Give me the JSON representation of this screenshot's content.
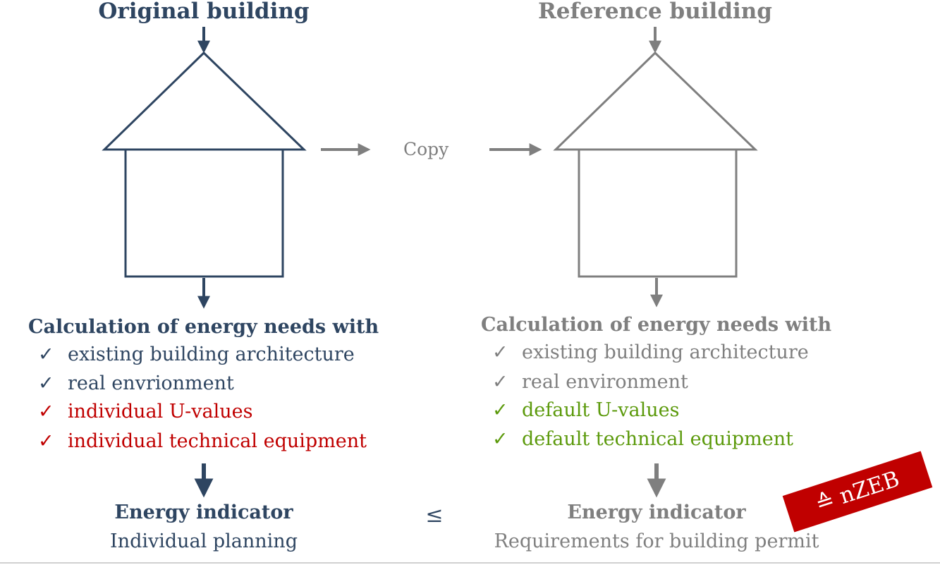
{
  "colors": {
    "left": "#2e4561",
    "right": "#7f7f7f",
    "red": "#c00000",
    "green": "#5c9a0c",
    "badge_bg": "#c00000"
  },
  "left": {
    "title": "Original building",
    "heading": "Calculation of energy needs with",
    "items": [
      {
        "check": "✓",
        "text": "existing building architecture"
      },
      {
        "check": "✓",
        "text": "real envrionment"
      },
      {
        "check": "✓",
        "text": "individual U-values"
      },
      {
        "check": "✓",
        "text": "individual technical equipment"
      }
    ],
    "indicator_title": "Energy indicator",
    "indicator_sub": "Individual planning"
  },
  "right": {
    "title": "Reference building",
    "heading": "Calculation of energy needs with",
    "items": [
      {
        "check": "✓",
        "text": "existing building architecture"
      },
      {
        "check": "✓",
        "text": "real environment"
      },
      {
        "check": "✓",
        "text": "default U-values"
      },
      {
        "check": "✓",
        "text": "default technical equipment"
      }
    ],
    "indicator_title": "Energy indicator",
    "indicator_sub": "Requirements for building permit"
  },
  "copy_label": "Copy",
  "comparison_symbol": "≤",
  "badge": "≙ nZEB",
  "icons": [
    "house-icon",
    "arrow-down-icon",
    "arrow-right-icon",
    "check-icon"
  ]
}
